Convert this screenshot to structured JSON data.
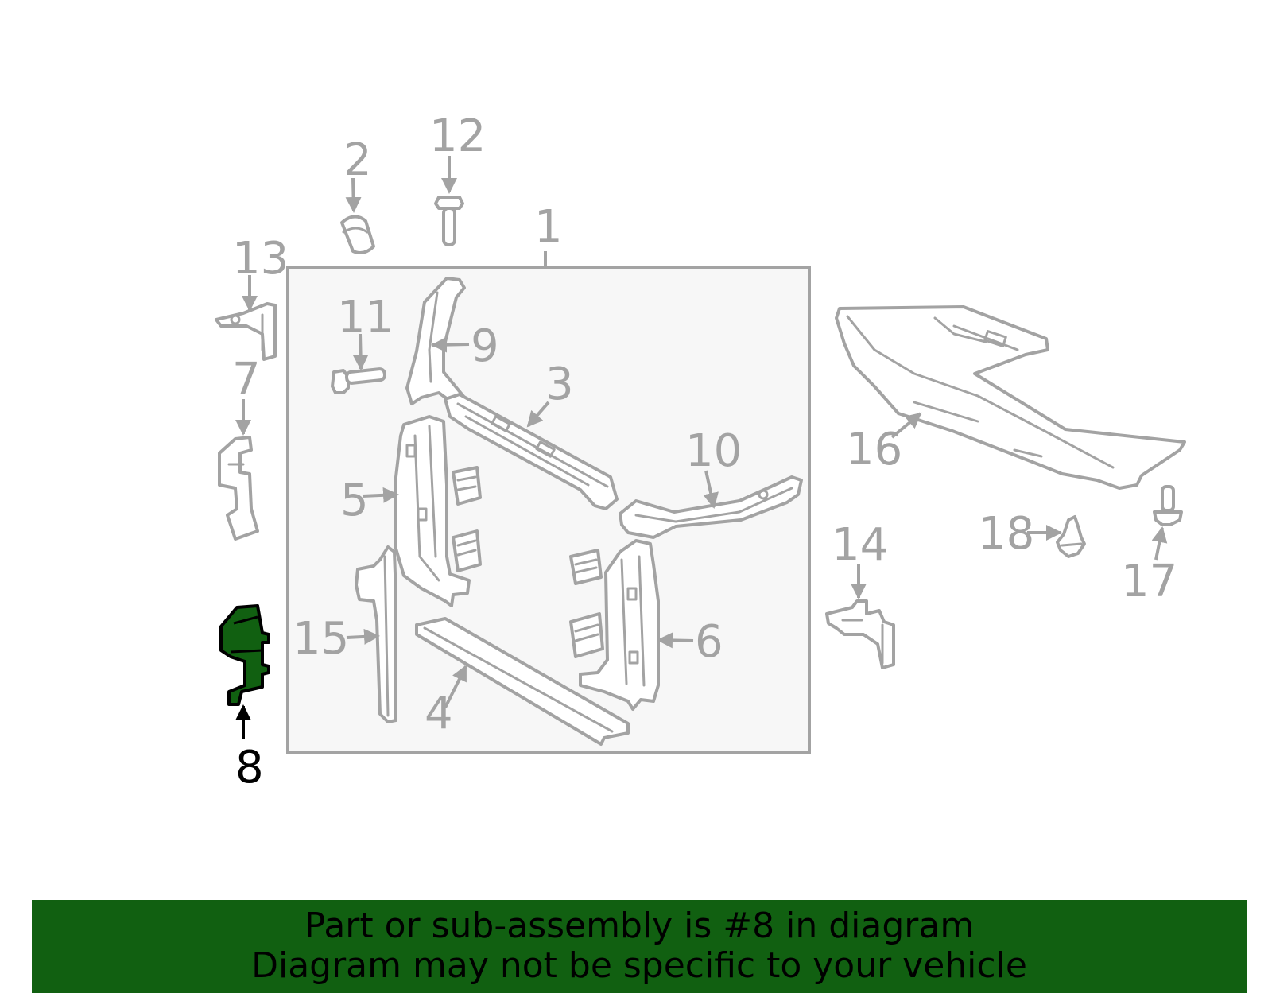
{
  "diagram": {
    "highlighted_part": "8",
    "callouts": [
      "1",
      "2",
      "3",
      "4",
      "5",
      "6",
      "7",
      "8",
      "9",
      "10",
      "11",
      "12",
      "13",
      "14",
      "15",
      "16",
      "17",
      "18"
    ],
    "colors": {
      "line": "#a3a3a3",
      "highlight_fill": "#116011",
      "highlight_text": "#000000",
      "box_fill": "#f7f7f7"
    }
  },
  "banner": {
    "line1": "Part or sub-assembly is #8 in diagram",
    "line2": "Diagram may not be specific to your vehicle"
  }
}
